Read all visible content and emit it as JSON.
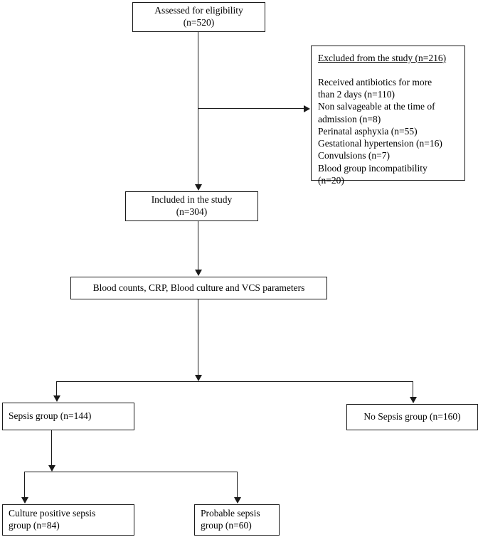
{
  "diagram": {
    "title": "Study participant flow diagram",
    "type": "flowchart",
    "line_color": "#1a1a1a",
    "box_fill": "#ffffff"
  },
  "nodes": {
    "assessed": {
      "line1": "Assessed for eligibility",
      "line2": "(n=520)"
    },
    "excluded": {
      "title": "Excluded from the study (n=216)",
      "reasons": [
        "Received antibiotics for more",
        "than 2 days (n=110)",
        "Non salvageable at the time of",
        "admission (n=8)",
        "Perinatal asphyxia (n=55)",
        "Gestational hypertension (n=16)",
        "Convulsions (n=7)",
        "Blood group incompatibility",
        "(n=20)"
      ]
    },
    "included": {
      "line1": "Included in the study",
      "line2": "(n=304)"
    },
    "tests": {
      "line1": "Blood counts, CRP, Blood culture and VCS parameters"
    },
    "sepsis_group": {
      "line1": "Sepsis group (n=144)"
    },
    "no_sepsis_group": {
      "line1": "No Sepsis group (n=160)"
    },
    "culture_positive": {
      "line1": "Culture positive sepsis",
      "line2": "group (n=84)"
    },
    "probable": {
      "line1": "Probable sepsis",
      "line2": "group (n=60)"
    }
  },
  "chart_data": {
    "type": "flow",
    "title": "Study participant flow diagram",
    "stages": [
      {
        "id": "assessed",
        "label": "Assessed for eligibility",
        "n": 520
      },
      {
        "id": "excluded",
        "label": "Excluded from the study",
        "n": 216,
        "breakdown": [
          {
            "reason": "Received antibiotics for more than 2 days",
            "n": 110
          },
          {
            "reason": "Non salvageable at the time of admission",
            "n": 8
          },
          {
            "reason": "Perinatal asphyxia",
            "n": 55
          },
          {
            "reason": "Gestational hypertension",
            "n": 16
          },
          {
            "reason": "Convulsions",
            "n": 7
          },
          {
            "reason": "Blood group incompatibility",
            "n": 20
          }
        ]
      },
      {
        "id": "included",
        "label": "Included in the study",
        "n": 304
      },
      {
        "id": "tests",
        "label": "Blood counts, CRP, Blood culture and VCS parameters",
        "n": null
      },
      {
        "id": "sepsis_group",
        "label": "Sepsis group",
        "n": 144
      },
      {
        "id": "no_sepsis_group",
        "label": "No Sepsis group",
        "n": 160
      },
      {
        "id": "culture_positive",
        "label": "Culture positive sepsis group",
        "n": 84
      },
      {
        "id": "probable",
        "label": "Probable sepsis group",
        "n": 60
      }
    ],
    "edges": [
      {
        "from": "assessed",
        "to": "excluded"
      },
      {
        "from": "assessed",
        "to": "included"
      },
      {
        "from": "included",
        "to": "tests"
      },
      {
        "from": "tests",
        "to": "sepsis_group"
      },
      {
        "from": "tests",
        "to": "no_sepsis_group"
      },
      {
        "from": "sepsis_group",
        "to": "culture_positive"
      },
      {
        "from": "sepsis_group",
        "to": "probable"
      }
    ]
  }
}
